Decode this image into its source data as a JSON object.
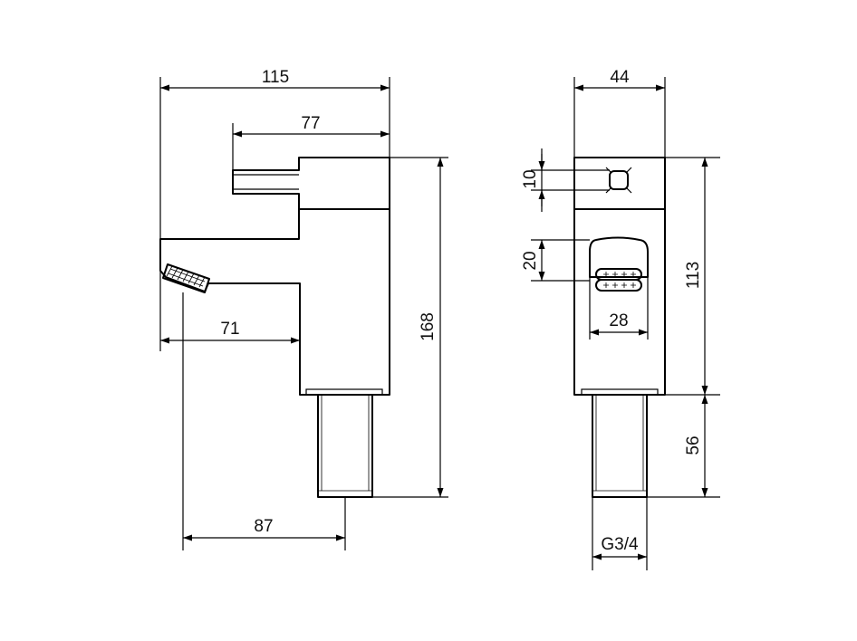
{
  "side_view": {
    "dim_overall_width": "115",
    "dim_lever_length": "77",
    "dim_spout_reach": "71",
    "dim_overall_height": "168",
    "dim_aerator_to_centre": "87"
  },
  "front_view": {
    "dim_width": "44",
    "dim_lever_height": "10",
    "dim_aerator_height": "20",
    "dim_aerator_width": "28",
    "dim_body_height": "113",
    "dim_shank_length": "56",
    "dim_thread": "G3/4"
  }
}
